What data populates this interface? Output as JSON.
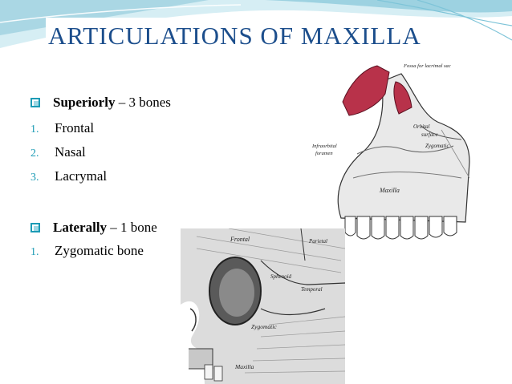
{
  "colors": {
    "title": "#1c4e8c",
    "accent": "#1c9bb5",
    "number": "#1c9bb5",
    "text": "#111111",
    "banner_light": "#d6eef4",
    "banner_mid": "#7ec4d8",
    "bone_red": "#b8324a"
  },
  "slide": {
    "title": "ARTICULATIONS  OF  MAXILLA",
    "sections": [
      {
        "heading": "Superiorly",
        "detail": " – 3 bones",
        "items": [
          {
            "num": "1.",
            "label": "Frontal"
          },
          {
            "num": "2.",
            "label": "Nasal"
          },
          {
            "num": "3.",
            "label": "Lacrymal"
          }
        ]
      },
      {
        "heading": "Laterally",
        "detail": " – 1 bone",
        "items": [
          {
            "num": "1.",
            "label": "Zygomatic bone"
          }
        ]
      }
    ]
  },
  "maxilla_figure": {
    "labels": {
      "fossa": "Fossa for lacrimal sac",
      "orbital": "Orbital",
      "surface": "surface",
      "zygomatic": "Zygomatic",
      "infraorbital": "Infraorbital",
      "foramen": "foramen",
      "maxilla": "Maxilla"
    }
  },
  "skull_figure": {
    "labels": {
      "frontal": "Frontal",
      "parietal": "Parietal",
      "sphenoid": "Sphenoid",
      "temporal": "Temporal",
      "zygomatic": "Zygomatic",
      "maxilla": "Maxilla"
    }
  }
}
